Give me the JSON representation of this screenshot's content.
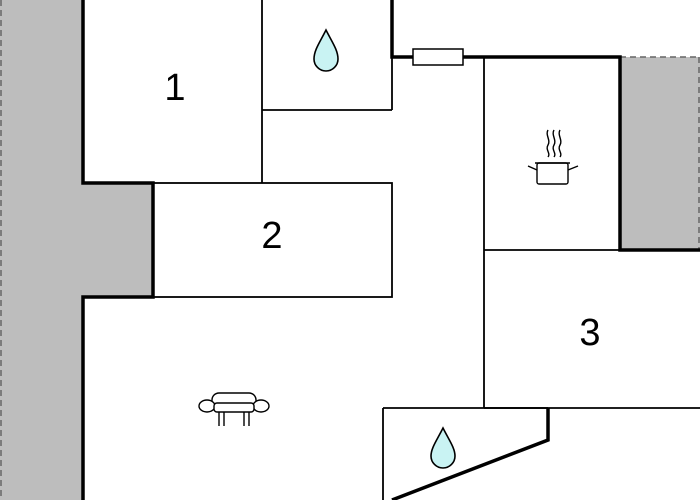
{
  "floorplan": {
    "rooms": [
      {
        "id": "room-1",
        "label": "1"
      },
      {
        "id": "room-2",
        "label": "2"
      },
      {
        "id": "room-3",
        "label": "3"
      }
    ],
    "icons": {
      "bathroom_top": "water-drop-icon",
      "bathroom_bottom": "water-drop-icon",
      "kitchen": "cooking-pot-icon",
      "living": "sofa-icon",
      "window": "window-icon"
    },
    "colors": {
      "wall": "#000000",
      "exterior_shade": "#bdbdbd",
      "water": "#c9f3f3",
      "background": "#ffffff"
    }
  }
}
